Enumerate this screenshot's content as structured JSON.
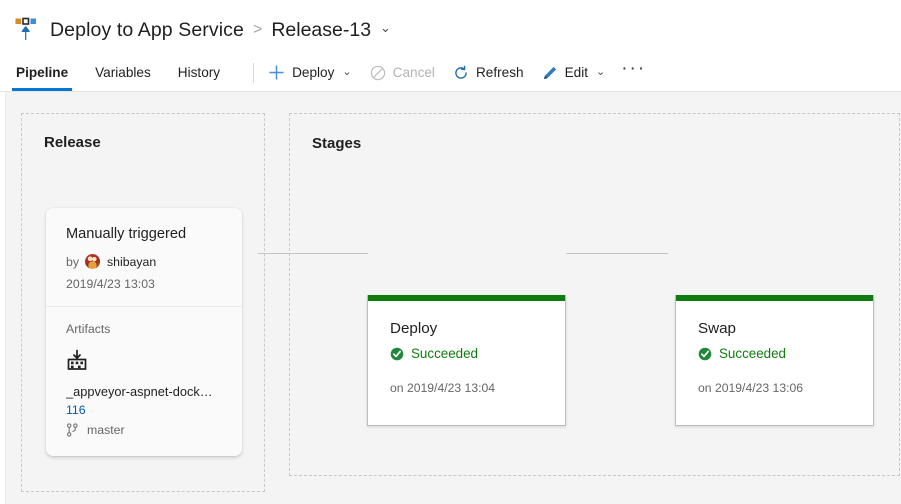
{
  "header": {
    "pipeline_icon": "release-deploy-icon",
    "title": "Deploy to App Service",
    "breadcrumb_separator": ">",
    "release_name": "Release-13",
    "release_chevron": "⌄",
    "tabs": [
      {
        "label": "Pipeline",
        "active": true
      },
      {
        "label": "Variables",
        "active": false
      },
      {
        "label": "History",
        "active": false
      }
    ],
    "toolbar": {
      "deploy_label": "Deploy",
      "deploy_icon": "plus-icon",
      "deploy_chevron": "⌄",
      "cancel_label": "Cancel",
      "cancel_icon": "cancel-circle-icon",
      "refresh_label": "Refresh",
      "refresh_icon": "refresh-icon",
      "edit_label": "Edit",
      "edit_icon": "pencil-icon",
      "edit_chevron": "⌄",
      "more_label": "···"
    }
  },
  "colors": {
    "accent": "#0078d4",
    "success": "#107c10",
    "link": "#005a9e",
    "canvas_bg": "#f4f4f4",
    "panel_border": "#c8c8c8"
  },
  "release_panel": {
    "title": "Release",
    "card": {
      "trigger": "Manually triggered",
      "by_word": "by",
      "avatar_name": "user-avatar",
      "user": "shibayan",
      "date": "2019/4/23 13:03",
      "artifacts_label": "Artifacts",
      "artifact_icon": "build-artifact-icon",
      "artifact_name": "_appveyor-aspnet-dock…",
      "artifact_version": "116",
      "branch_icon": "branch-icon",
      "branch": "master"
    }
  },
  "stages_panel": {
    "title": "Stages",
    "stages": [
      {
        "name": "Deploy",
        "status": "Succeeded",
        "status_icon": "check-circle-icon",
        "time": "on 2019/4/23 13:04"
      },
      {
        "name": "Swap",
        "status": "Succeeded",
        "status_icon": "check-circle-icon",
        "time": "on 2019/4/23 13:06"
      }
    ]
  }
}
